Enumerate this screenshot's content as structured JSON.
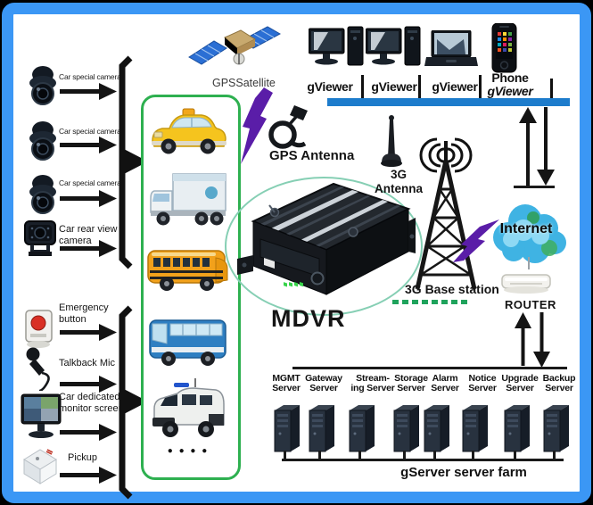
{
  "colors": {
    "frame_blue": "#3b97f5",
    "viewer_bar_blue": "#1d7ccc",
    "vehicle_box_green": "#2eb050",
    "dash_green": "#1fa35c",
    "lightning_purple": "#5a1da8",
    "cloud_blue": "#3fb3e3"
  },
  "icons": [
    "dome-camera-icon",
    "rear-camera-icon",
    "emergency-button-icon",
    "talkback-mic-icon",
    "monitor-icon",
    "pickup-icon",
    "taxi-icon",
    "truck-icon",
    "school-bus-icon",
    "coach-bus-icon",
    "police-van-icon",
    "gps-satellite-icon",
    "gps-antenna-icon",
    "3g-antenna-icon",
    "base-station-tower-icon",
    "mdvr-device-icon",
    "internet-cloud-icon",
    "router-icon",
    "desktop-pc-icon",
    "laptop-icon",
    "smartphone-icon",
    "server-tower-icon",
    "lightning-bolt-icon",
    "flow-arrow-icon"
  ],
  "sensors": {
    "camera1": "Car special camera",
    "camera2": "Car special camera",
    "camera3": "Car special camera",
    "rear_camera_line1": "Car rear view",
    "rear_camera_line2": "camera",
    "emergency_line1": "Emergency",
    "emergency_line2": "button",
    "talkback_mic": "Talkback Mic",
    "monitor_line1": "Car dedicated",
    "monitor_line2": "monitor screen",
    "pickup": "Pickup"
  },
  "vehicle_box": {
    "more_indicator": "● ● ● ●"
  },
  "gps": {
    "satellite_label": "GPSSatellite",
    "antenna_label": "GPS Antenna"
  },
  "cellular": {
    "antenna_line1": "3G",
    "antenna_line2": "Antenna",
    "base_station_label": "3G Base station"
  },
  "device": {
    "label": "MDVR"
  },
  "network": {
    "internet_label": "Internet",
    "router_label": "ROUTER"
  },
  "viewers": {
    "viewer1": "gViewer",
    "viewer2": "gViewer",
    "viewer3": "gViewer",
    "phone_line1": "Phone",
    "phone_line2": "gViewer"
  },
  "server_farm": {
    "caption": "gServer server farm",
    "servers": [
      {
        "line1": "MGMT",
        "line2": "Server"
      },
      {
        "line1": "Gateway",
        "line2": "Server"
      },
      {
        "line1": "Stream-",
        "line2": "ing Server"
      },
      {
        "line1": "Storage",
        "line2": "Server"
      },
      {
        "line1": "Alarm",
        "line2": "Server"
      },
      {
        "line1": "Notice",
        "line2": "Server"
      },
      {
        "line1": "Upgrade",
        "line2": "Server"
      },
      {
        "line1": "Backup",
        "line2": "Server"
      }
    ]
  }
}
